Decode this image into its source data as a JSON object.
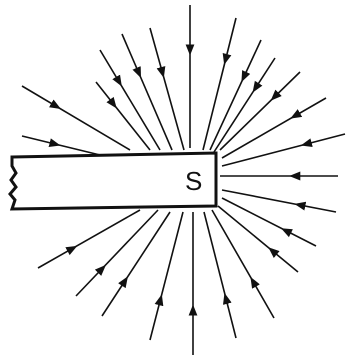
{
  "diagram": {
    "magnet": {
      "pole_label": "S"
    },
    "field_lines": [
      {
        "id": "n"
      },
      {
        "id": "nne"
      },
      {
        "id": "ne-a"
      },
      {
        "id": "ne-b"
      },
      {
        "id": "ene-a"
      },
      {
        "id": "ene-b"
      },
      {
        "id": "e-upper"
      },
      {
        "id": "e"
      },
      {
        "id": "ese-a"
      },
      {
        "id": "ese-b"
      },
      {
        "id": "se-a"
      },
      {
        "id": "se-b"
      },
      {
        "id": "sse"
      },
      {
        "id": "s"
      },
      {
        "id": "ssw"
      },
      {
        "id": "sw-a"
      },
      {
        "id": "sw-b"
      },
      {
        "id": "wsw-a"
      },
      {
        "id": "nnw-a"
      },
      {
        "id": "nnw-b"
      },
      {
        "id": "nw-a"
      },
      {
        "id": "nw-b"
      },
      {
        "id": "wnw"
      },
      {
        "id": "w-upper"
      }
    ],
    "colors": {
      "ink": "#111111",
      "background": "#ffffff"
    }
  }
}
